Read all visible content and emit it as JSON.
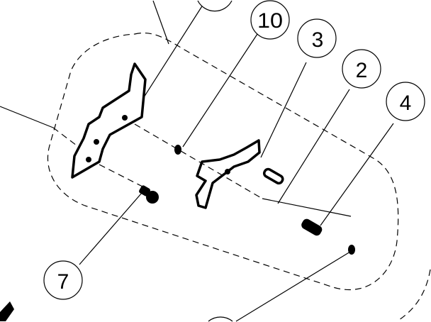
{
  "diagram": {
    "type": "exploded parts diagram",
    "callouts": [
      {
        "id": "callout-10",
        "label": "10"
      },
      {
        "id": "callout-3",
        "label": "3"
      },
      {
        "id": "callout-2",
        "label": "2"
      },
      {
        "id": "callout-4",
        "label": "4"
      },
      {
        "id": "callout-7",
        "label": "7"
      }
    ]
  },
  "colors": {
    "line": "#000000",
    "background": "#ffffff"
  }
}
